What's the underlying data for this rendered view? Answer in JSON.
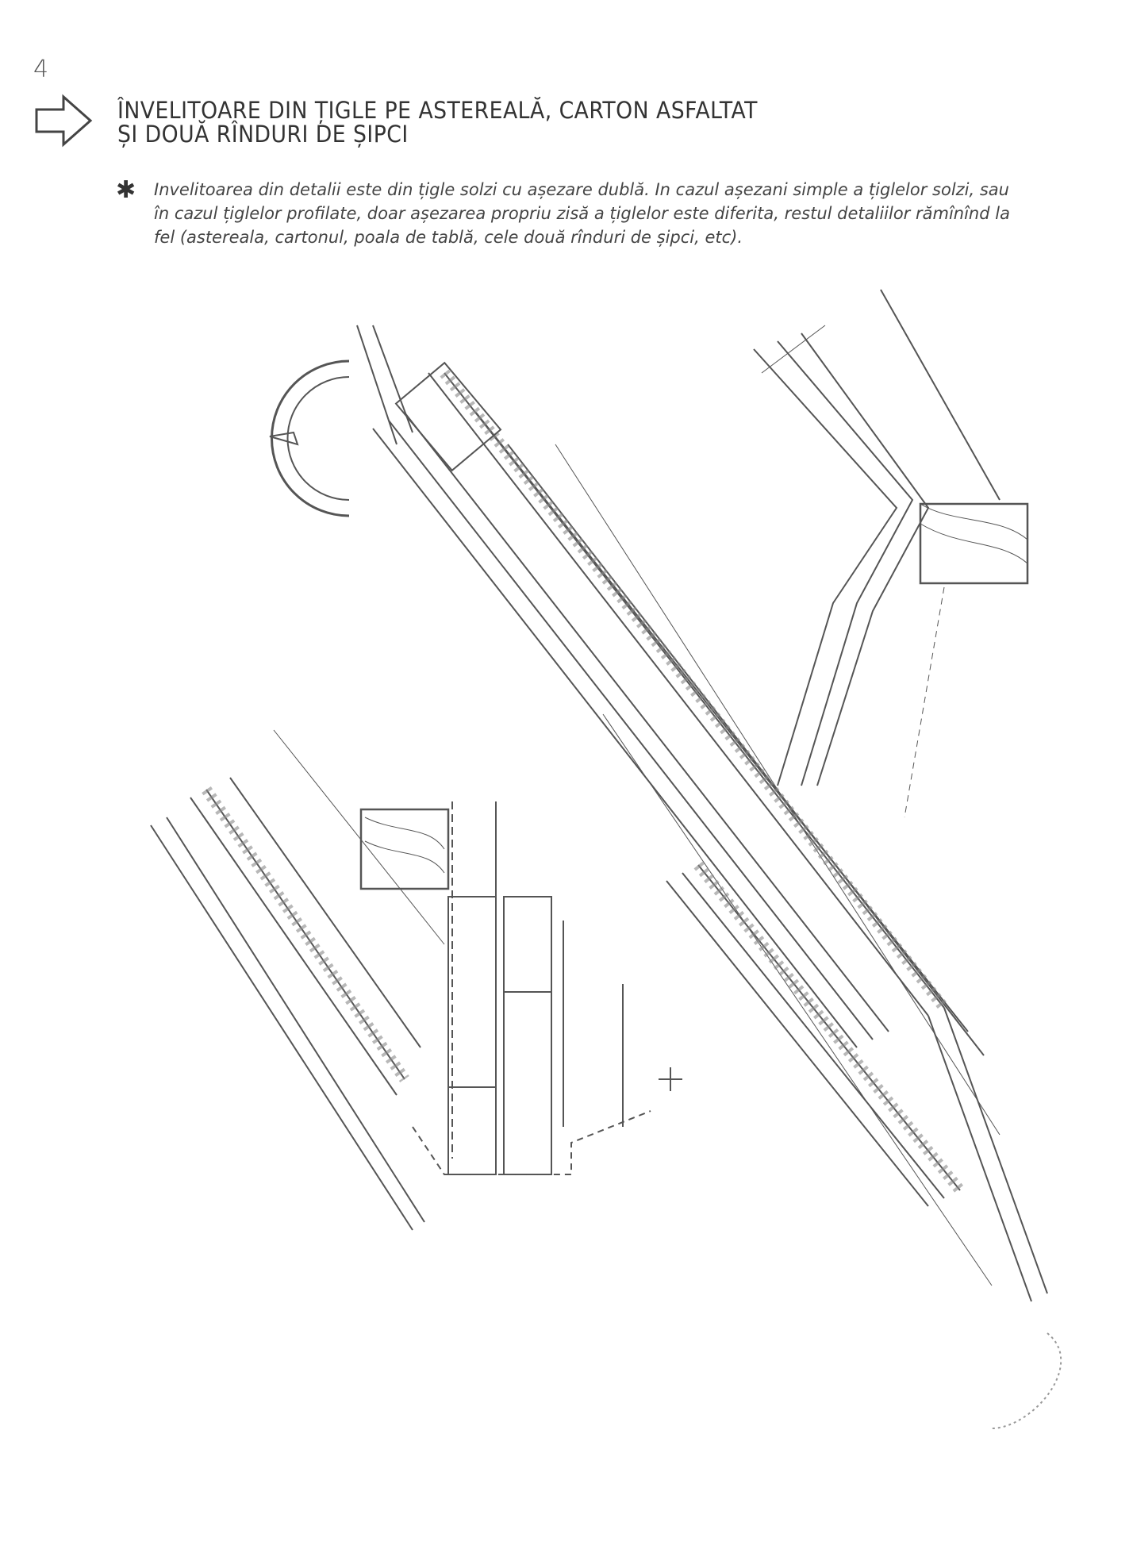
{
  "page": {
    "number": "4",
    "title_line1": "ÎNVELITOARE DIN ȚIGLE PE ASTEREALĂ, CARTON ASFALTAT",
    "title_line2": "ȘI DOUĂ RÎNDURI DE ȘIPCI",
    "note_marker": "✱",
    "note": "Invelitoarea din detalii este din țigle solzi cu așezare dublă. In cazul așezani simple a țiglelor solzi, sau în cazul țiglelor profilate, doar așezarea propriu zisă a țiglelor este diferita, restul detaliilor rămînînd la fel (astereala, cartonul, poala de tablă, cele două rînduri de șipci, etc)."
  },
  "colors": {
    "ink": "#4a4a4a",
    "paper": "#ffffff"
  }
}
